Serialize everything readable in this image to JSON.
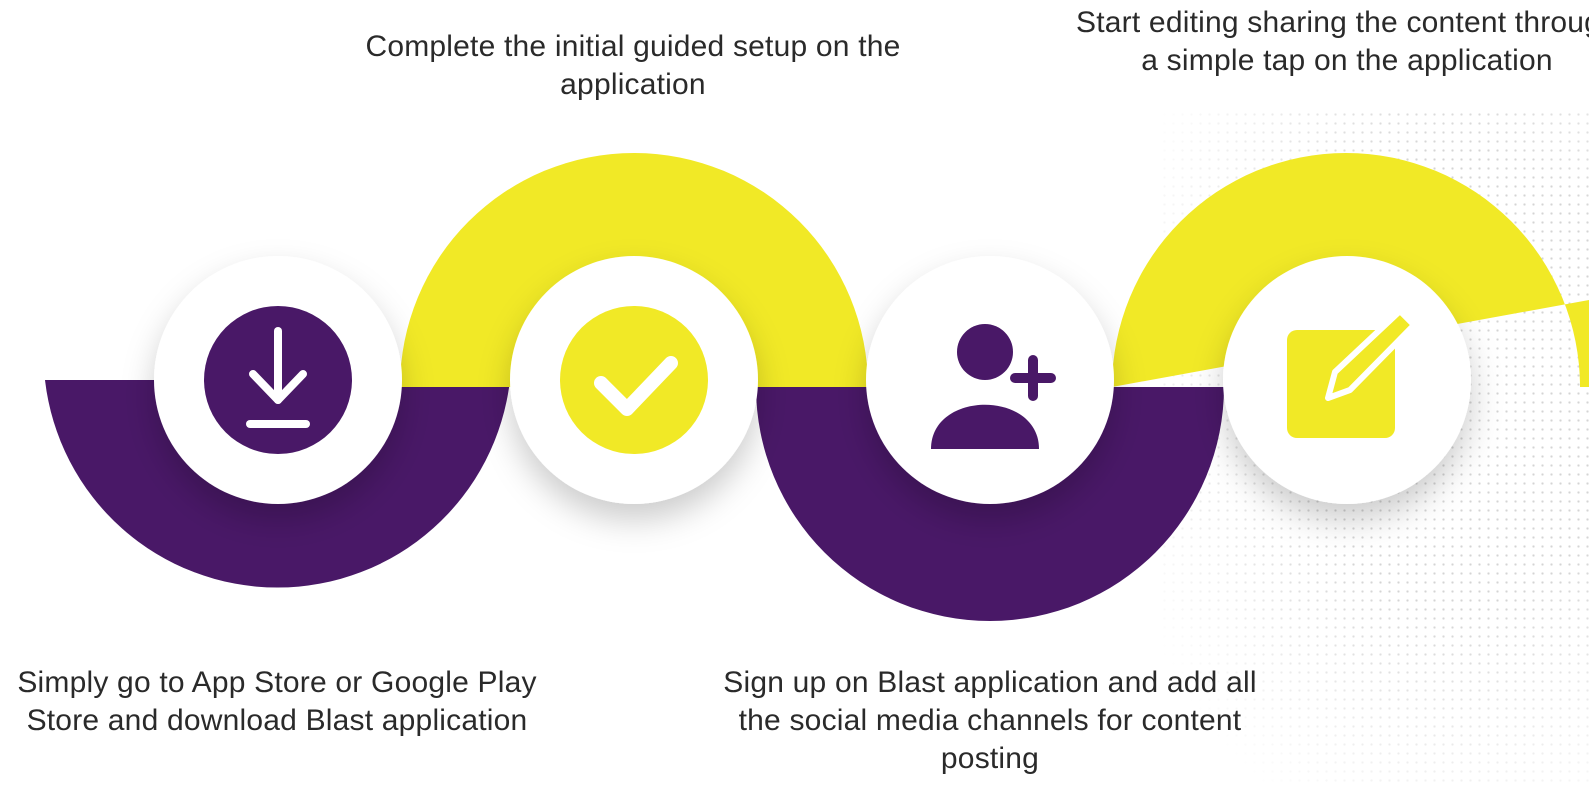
{
  "colors": {
    "purple": "#491867",
    "yellow": "#f1e926",
    "white": "#ffffff",
    "text": "#2a2a2a"
  },
  "steps": [
    {
      "caption": "Simply go to App Store or Google Play Store and download Blast application",
      "icon": "download-icon",
      "color": "purple"
    },
    {
      "caption": "Complete the initial guided setup on the application",
      "icon": "check-icon",
      "color": "yellow"
    },
    {
      "caption": "Sign up on Blast application and add all the social media channels for content posting",
      "icon": "add-user-icon",
      "color": "purple"
    },
    {
      "caption": "Start editing sharing the content through a simple tap on the application",
      "icon": "edit-icon",
      "color": "yellow"
    }
  ]
}
